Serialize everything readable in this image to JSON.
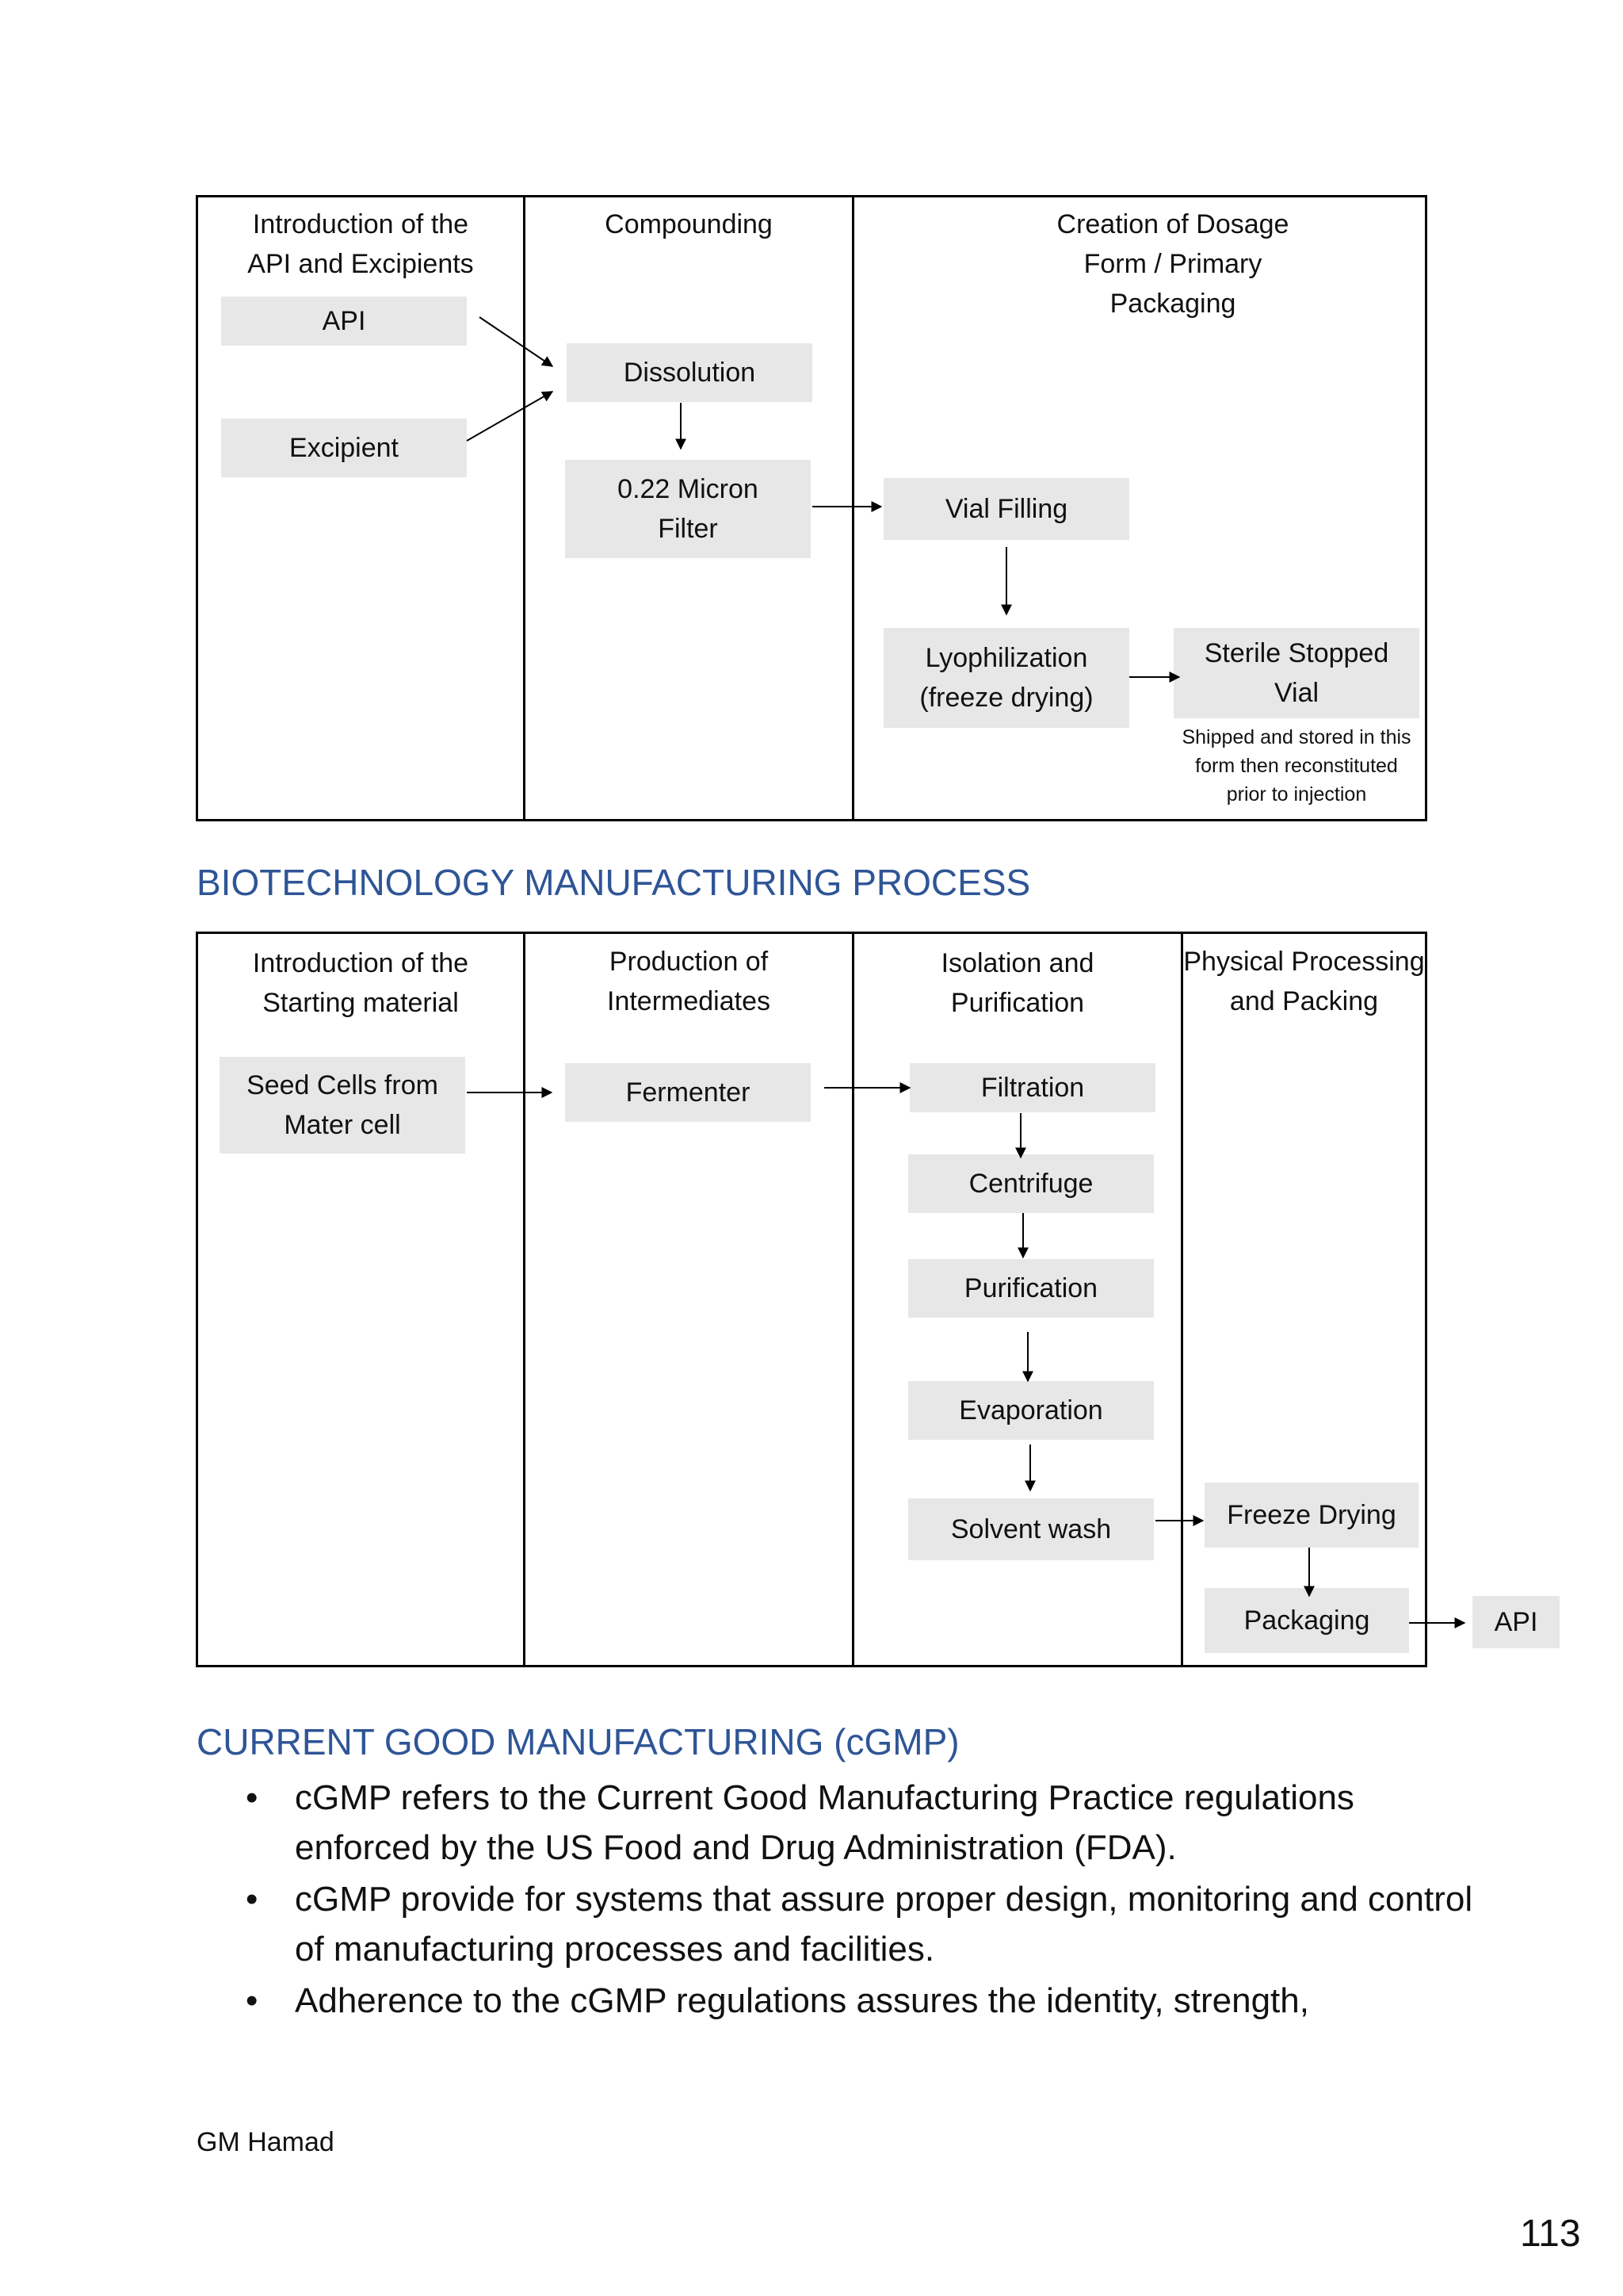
{
  "diagram1": {
    "columns": [
      {
        "header": "Introduction of the\nAPI and Excipients"
      },
      {
        "header": "Compounding"
      },
      {
        "header": "Creation of Dosage\nForm / Primary\nPackaging"
      }
    ],
    "steps": {
      "api": "API",
      "excipient": "Excipient",
      "dissolution": "Dissolution",
      "filter": "0.22 Micron\nFilter",
      "vial_filling": "Vial Filling",
      "lyophilization": "Lyophilization\n(freeze drying)",
      "sterile_vial": "Sterile Stopped\nVial"
    },
    "note": "Shipped and stored in this\nform then reconstituted\nprior to injection"
  },
  "biotech_heading": "BIOTECHNOLOGY MANUFACTURING PROCESS",
  "diagram2": {
    "columns": [
      {
        "header": "Introduction of the\nStarting material"
      },
      {
        "header": "Production of\nIntermediates"
      },
      {
        "header": "Isolation and\nPurification"
      },
      {
        "header": "Physical Processing\nand Packing"
      }
    ],
    "steps": {
      "seed_cells": "Seed Cells from\nMater cell",
      "fermenter": "Fermenter",
      "filtration": "Filtration",
      "centrifuge": "Centrifuge",
      "purification": "Purification",
      "evaporation": "Evaporation",
      "solvent_wash": "Solvent wash",
      "freeze_drying": "Freeze Drying",
      "packaging": "Packaging",
      "api": "API"
    }
  },
  "cgmp_heading": "CURRENT GOOD MANUFACTURING (cGMP)",
  "bullets": [
    "cGMP refers to the Current Good Manufacturing Practice regulations enforced by the US Food and Drug Administration (FDA).",
    "cGMP provide for systems that assure proper design, monitoring and control of manufacturing processes and facilities.",
    "Adherence to the cGMP regulations assures the identity, strength,"
  ],
  "bullet_symbol": "•",
  "footer": "GM Hamad",
  "page_number": "113"
}
